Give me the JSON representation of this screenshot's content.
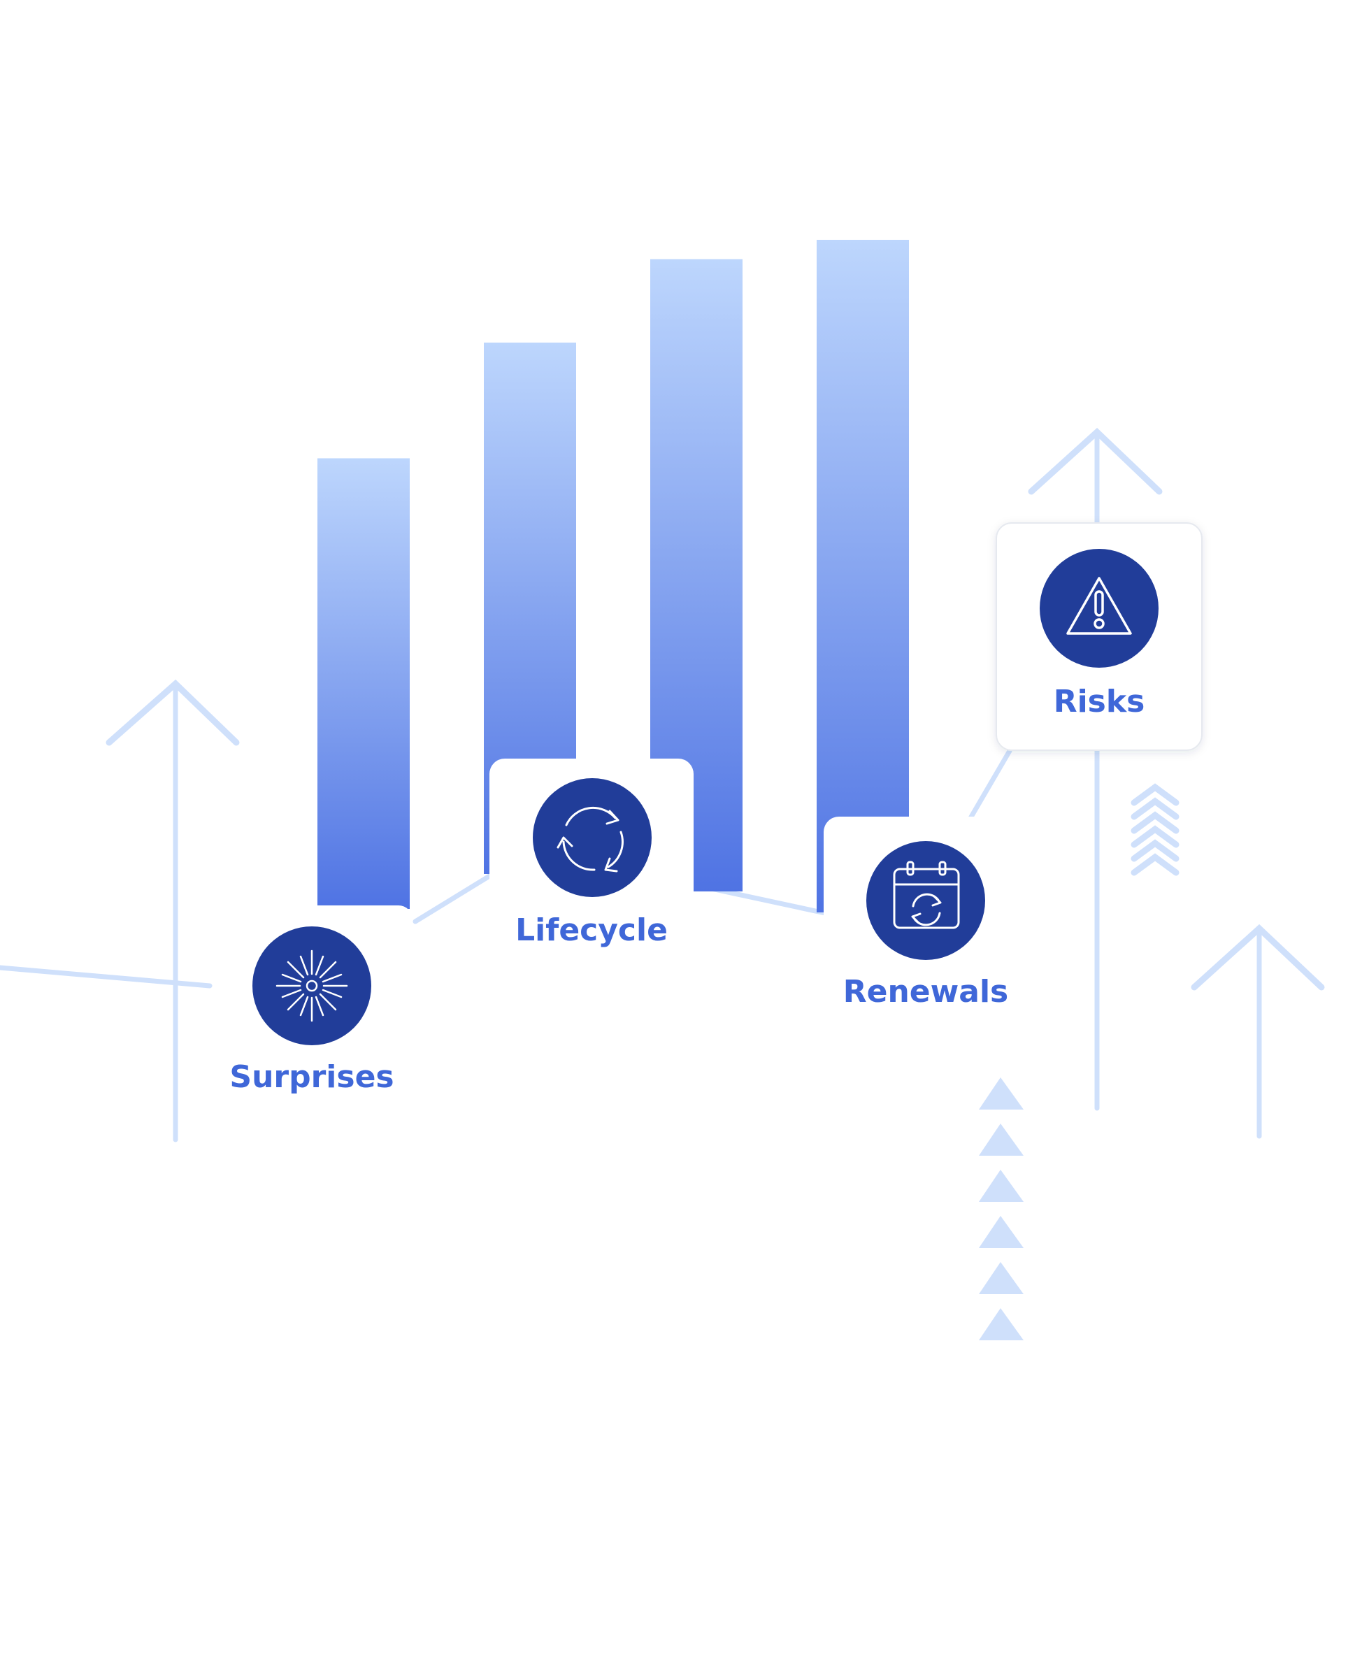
{
  "colors": {
    "background": "#ffffff",
    "bar_top": "#bdd6fd",
    "bar_bottom": "#4f73e3",
    "decor_light": "#cfe0fb",
    "icon_circle": "#213d99",
    "icon_stroke": "#ffffff",
    "label_text": "#3f67d8",
    "card": "#ffffff",
    "card_border": "#e6e9ef"
  },
  "bars": {
    "relative_heights": [
      0.67,
      0.79,
      0.94,
      1.0
    ]
  },
  "milestones": [
    {
      "label": "Surprises",
      "icon": "starburst-icon"
    },
    {
      "label": "Lifecycle",
      "icon": "refresh-cycle-icon"
    },
    {
      "label": "Renewals",
      "icon": "calendar-renew-icon"
    },
    {
      "label": "Risks",
      "icon": "warning-triangle-icon"
    }
  ]
}
